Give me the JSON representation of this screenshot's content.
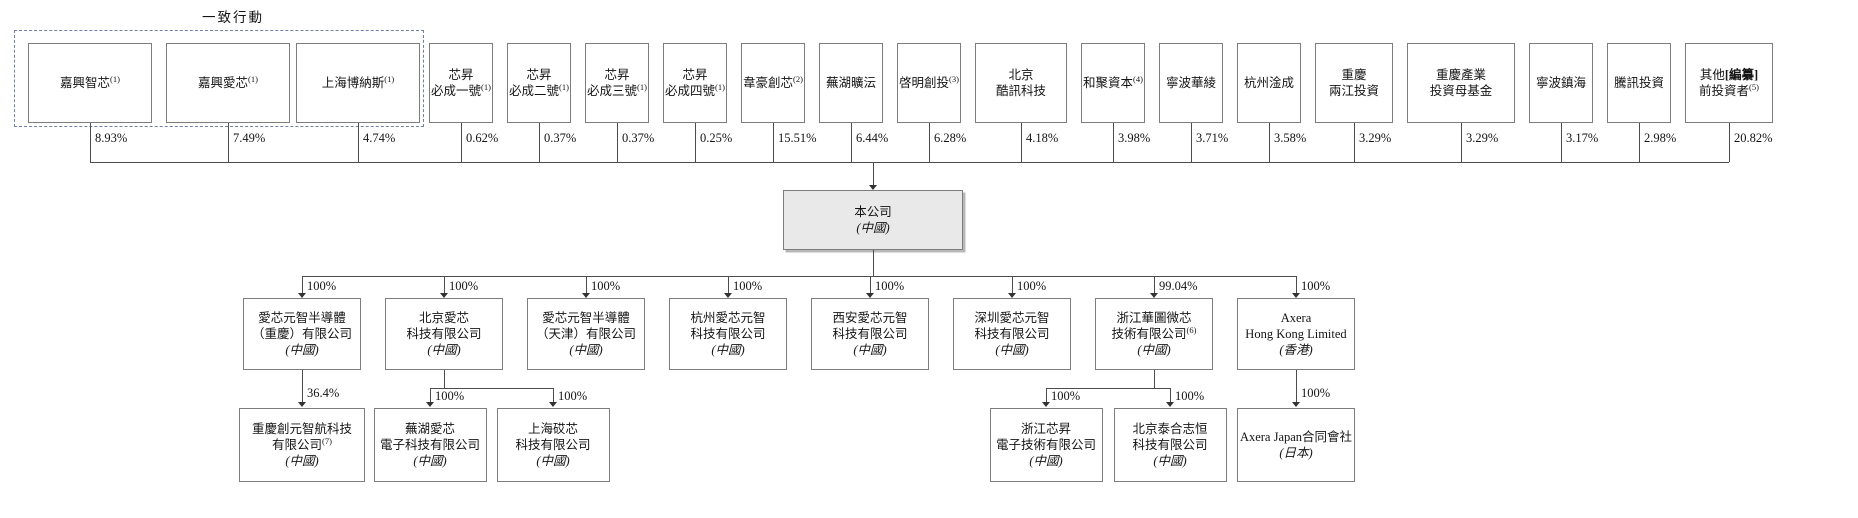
{
  "title": {
    "acting_in_concert": "一致行動"
  },
  "colors": {
    "line": "#4c4c4c",
    "box_border": "#7d7d7d",
    "company_fill": "#e9e9e9",
    "dashed_outline": "#7181a3",
    "background": "#ffffff"
  },
  "shareholders": [
    {
      "lines": [
        "嘉興智芯^(1)"
      ],
      "pct": "8.93%",
      "in_concert_group": true
    },
    {
      "lines": [
        "嘉興愛芯^(1)"
      ],
      "pct": "7.49%",
      "in_concert_group": true
    },
    {
      "lines": [
        "上海博納斯^(1)"
      ],
      "pct": "4.74%",
      "in_concert_group": true
    },
    {
      "lines": [
        "芯昇",
        "必成一號^(1)"
      ],
      "pct": "0.62%",
      "in_concert_group": false
    },
    {
      "lines": [
        "芯昇",
        "必成二號^(1)"
      ],
      "pct": "0.37%",
      "in_concert_group": false
    },
    {
      "lines": [
        "芯昇",
        "必成三號^(1)"
      ],
      "pct": "0.37%",
      "in_concert_group": false
    },
    {
      "lines": [
        "芯昇",
        "必成四號^(1)"
      ],
      "pct": "0.25%",
      "in_concert_group": false
    },
    {
      "lines": [
        "韋豪創芯^(2)"
      ],
      "pct": "15.51%",
      "in_concert_group": false
    },
    {
      "lines": [
        "蕪湖曠沄"
      ],
      "pct": "6.44%",
      "in_concert_group": false
    },
    {
      "lines": [
        "啓明創投^(3)"
      ],
      "pct": "6.28%",
      "in_concert_group": false
    },
    {
      "lines": [
        "北京",
        "酷訊科技"
      ],
      "pct": "4.18%",
      "in_concert_group": false
    },
    {
      "lines": [
        "和聚資本^(4)"
      ],
      "pct": "3.98%",
      "in_concert_group": false
    },
    {
      "lines": [
        "寧波華綾"
      ],
      "pct": "3.71%",
      "in_concert_group": false
    },
    {
      "lines": [
        "杭州淦成"
      ],
      "pct": "3.58%",
      "in_concert_group": false
    },
    {
      "lines": [
        "重慶",
        "兩江投資"
      ],
      "pct": "3.29%",
      "in_concert_group": false
    },
    {
      "lines": [
        "重慶產業",
        "投資母基金"
      ],
      "pct": "3.29%",
      "in_concert_group": false
    },
    {
      "lines": [
        "寧波鎮海"
      ],
      "pct": "3.17%",
      "in_concert_group": false
    },
    {
      "lines": [
        "騰訊投資"
      ],
      "pct": "2.98%",
      "in_concert_group": false
    },
    {
      "lines": [
        "其他**[編纂]**",
        "前投資者^(5)"
      ],
      "pct": "20.82%",
      "in_concert_group": false
    }
  ],
  "company": {
    "lines": [
      "本公司",
      "*(中國)*"
    ]
  },
  "subsidiaries": [
    {
      "pct": "100%",
      "lines": [
        "愛芯元智半導體",
        "（重慶）有限公司",
        "*(中國)*"
      ]
    },
    {
      "pct": "100%",
      "lines": [
        "北京愛芯",
        "科技有限公司",
        "*(中國)*"
      ]
    },
    {
      "pct": "100%",
      "lines": [
        "愛芯元智半導體",
        "（天津）有限公司",
        "*(中國)*"
      ]
    },
    {
      "pct": "100%",
      "lines": [
        "杭州愛芯元智",
        "科技有限公司",
        "*(中國)*"
      ]
    },
    {
      "pct": "100%",
      "lines": [
        "西安愛芯元智",
        "科技有限公司",
        "*(中國)*"
      ]
    },
    {
      "pct": "100%",
      "lines": [
        "深圳愛芯元智",
        "科技有限公司",
        "*(中國)*"
      ]
    },
    {
      "pct": "99.04%",
      "lines": [
        "浙江華圖微芯",
        "技術有限公司^(6)",
        "*(中國)*"
      ]
    },
    {
      "pct": "100%",
      "lines": [
        "Axera",
        "Hong Kong Limited",
        "*(香港)*"
      ]
    }
  ],
  "grandchildren": [
    {
      "parent": 0,
      "pct": "36.4%",
      "lines": [
        "重慶創元智航科技",
        "有限公司^(7)",
        "*(中國)*"
      ]
    },
    {
      "parent": 1,
      "pct": "100%",
      "lines": [
        "蕪湖愛芯",
        "電子科技有限公司",
        "*(中國)*"
      ]
    },
    {
      "parent": 1,
      "pct": "100%",
      "lines": [
        "上海砹芯",
        "科技有限公司",
        "*(中國)*"
      ]
    },
    {
      "parent": 6,
      "pct": "100%",
      "lines": [
        "浙江芯昇",
        "電子技術有限公司",
        "*(中國)*"
      ]
    },
    {
      "parent": 6,
      "pct": "100%",
      "lines": [
        "北京泰合志恒",
        "科技有限公司",
        "*(中國)*"
      ]
    },
    {
      "parent": 7,
      "pct": "100%",
      "lines": [
        "Axera Japan合同會社",
        "*(日本)*"
      ]
    }
  ]
}
